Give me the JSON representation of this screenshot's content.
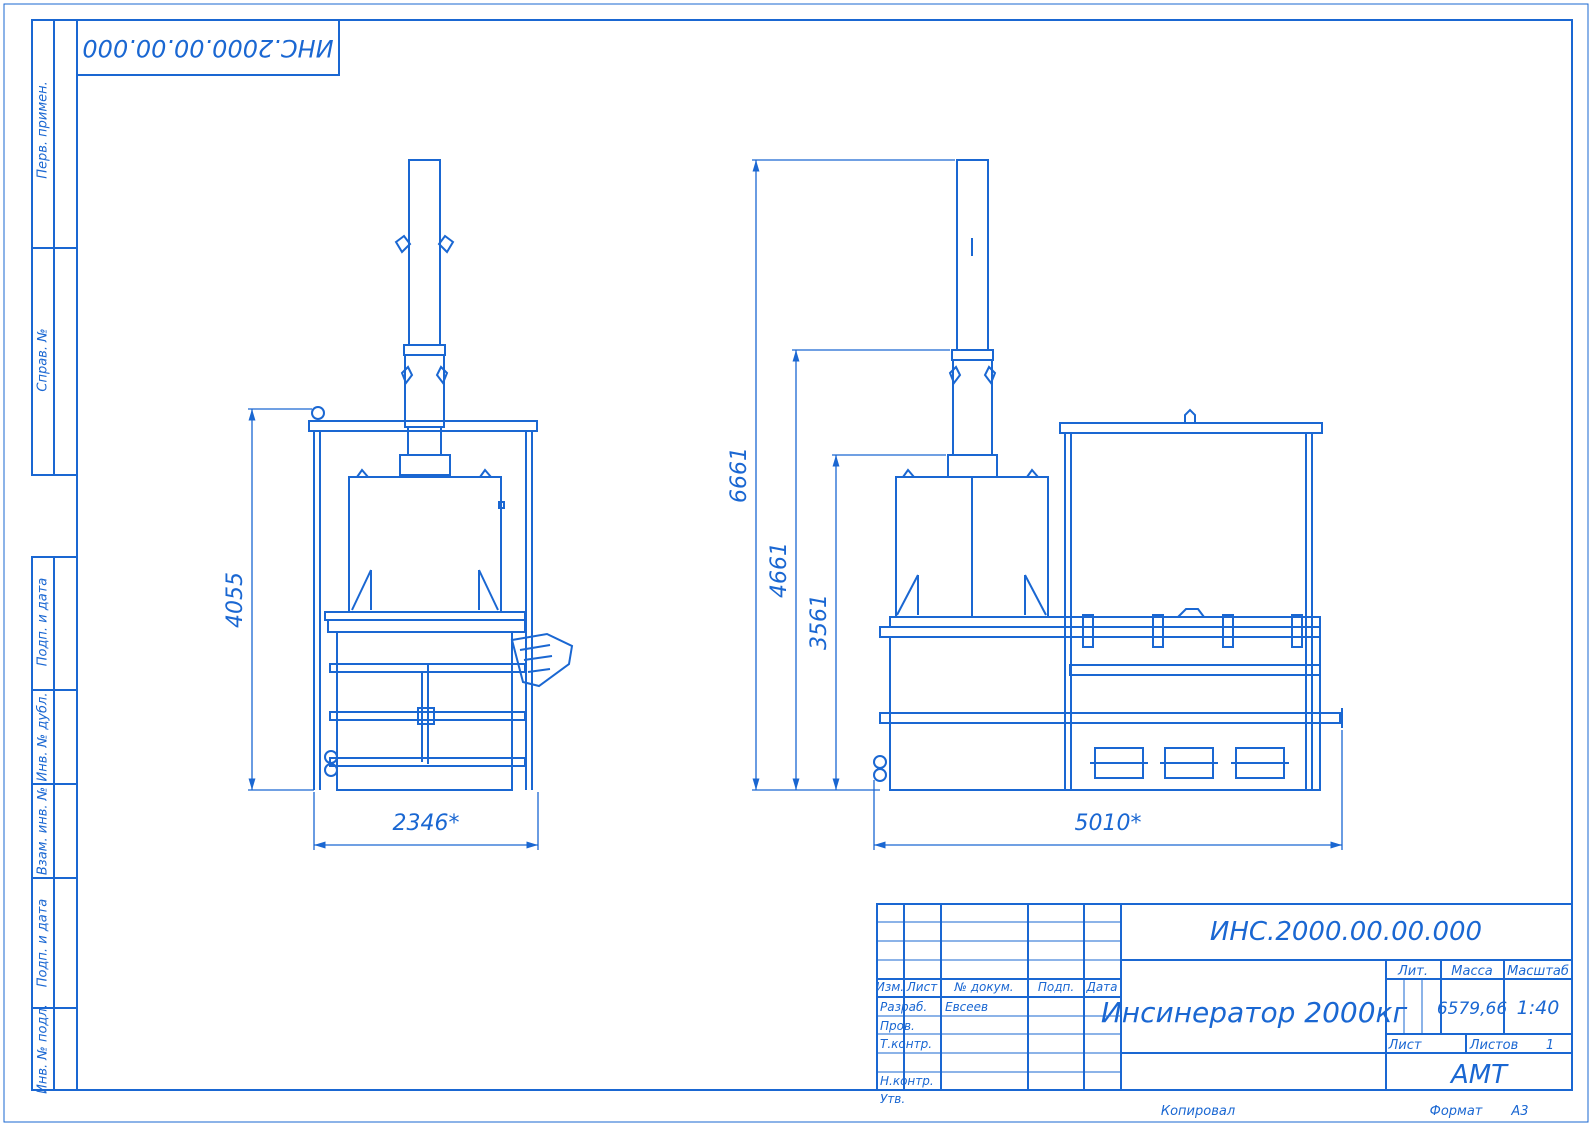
{
  "drawing": {
    "doc_number": "ИНС.2000.00.00.000",
    "doc_number_rotated": "ИНС.2000.00.00.000",
    "title": "Инсинератор 2000кг",
    "organization": "АМТ",
    "line_color": "#1a67d2",
    "background": "#ffffff"
  },
  "side_stamp": {
    "perv_primen": "Перв. примен.",
    "sprav_no": "Справ. №",
    "podp_data_1": "Подп. и дата",
    "inv_dubl": "Инв. № дубл.",
    "vzam_inv": "Взам. инв. №",
    "podp_data_2": "Подп. и дата",
    "inv_podl": "Инв. № подл."
  },
  "title_block": {
    "headers": {
      "izm": "Изм.",
      "list": "Лист",
      "n_dokum": "№ докум.",
      "podp": "Подп.",
      "data": "Дата"
    },
    "roles": {
      "razrab": "Разраб.",
      "prov": "Пров.",
      "tkontr": "Т.контр.",
      "nkontr": "Н.контр.",
      "utv": "Утв."
    },
    "developer": "Евсеев",
    "lit_label": "Лит.",
    "mass_label": "Масса",
    "scale_label": "Масштаб",
    "mass": "6579,66",
    "scale": "1:40",
    "sheet_label": "Лист",
    "sheets_label": "Листов",
    "sheets_count": "1"
  },
  "footer": {
    "copied": "Копировал",
    "format_label": "Формат",
    "format": "А3"
  },
  "dimensions": {
    "front_height": "4055",
    "front_width": "2346*",
    "side_height_total": "6661",
    "side_height_mid": "4661",
    "side_height_low": "3561",
    "side_width": "5010*"
  }
}
